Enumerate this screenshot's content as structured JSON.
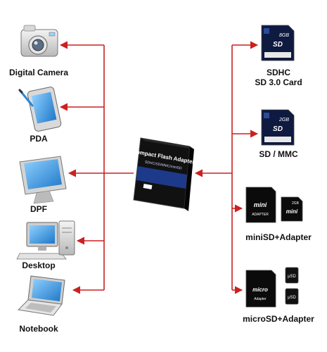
{
  "devices": [
    {
      "id": "camera",
      "label": "Digital Camera",
      "icon": "digital-camera-icon"
    },
    {
      "id": "pda",
      "label": "PDA",
      "icon": "pda-icon"
    },
    {
      "id": "dpf",
      "label": "DPF",
      "icon": "photo-frame-icon"
    },
    {
      "id": "desktop",
      "label": "Desktop",
      "icon": "desktop-computer-icon"
    },
    {
      "id": "notebook",
      "label": "Notebook",
      "icon": "laptop-icon"
    }
  ],
  "adapter": {
    "icon": "cf-adapter-icon",
    "printed_text": "Compact Flash Adapter",
    "printed_subtext": "SDHC/SD/MMC/miniSD"
  },
  "cards": [
    {
      "id": "sdhc",
      "line1": "SDHC",
      "line2": "SD 3.0 Card",
      "icon": "sdhc-card-icon",
      "printed": "8GB"
    },
    {
      "id": "sd",
      "line1": "SD / MMC",
      "line2": "",
      "icon": "sd-card-icon",
      "printed": "2GB"
    },
    {
      "id": "minisd",
      "line1": "miniSD+Adapter",
      "line2": "",
      "icon": "minisd-adapter-icon",
      "printed": "mini",
      "printed_sub": "ADAPTER",
      "printed_size": "2GB"
    },
    {
      "id": "microsd",
      "line1": "microSD+Adapter",
      "line2": "",
      "icon": "microsd-adapter-icon",
      "printed": "micro",
      "printed_sub": "Adapter"
    }
  ],
  "colors": {
    "arrow": "#cc2020",
    "card": "#0f1a40",
    "card_text": "#ffffff",
    "screen": "#3a9ee8"
  }
}
